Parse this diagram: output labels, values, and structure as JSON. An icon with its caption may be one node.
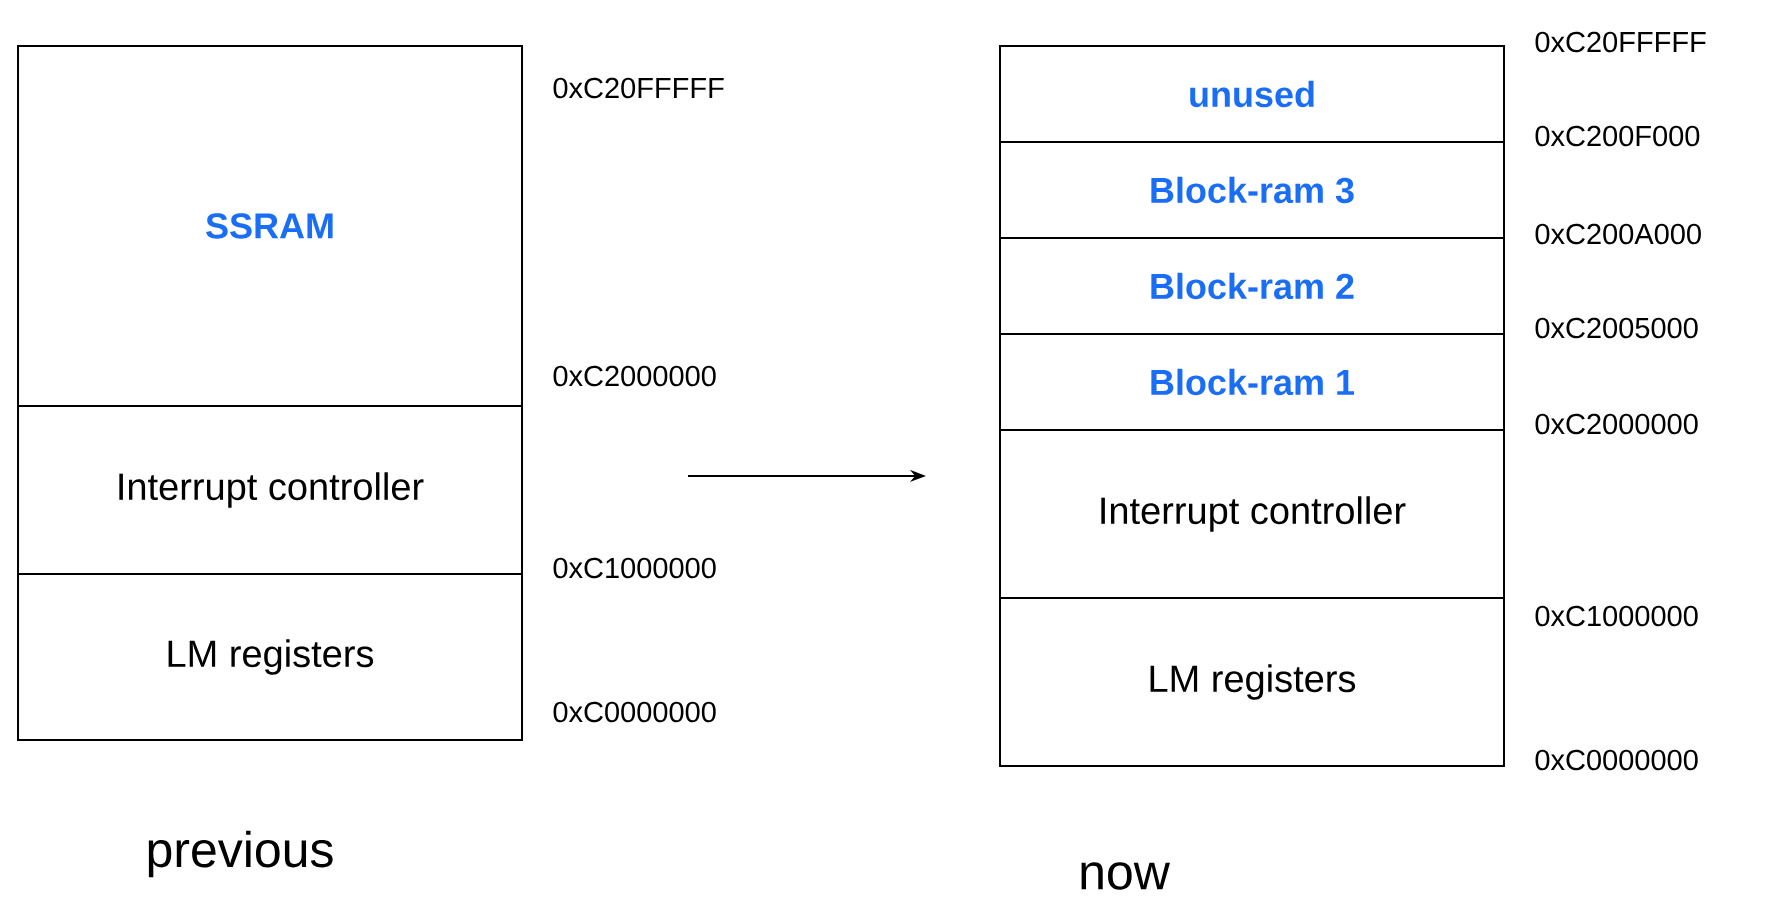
{
  "diagram": {
    "nodes": [
      {
        "text": [
          "SSRAM"
        ]
      },
      {
        "text": [
          "Interrupt controller"
        ]
      },
      {
        "text": [
          "LM registers"
        ]
      },
      {
        "text": [
          "unused"
        ]
      },
      {
        "text": [
          "Block-ram 3"
        ]
      },
      {
        "text": [
          "Block-ram 2"
        ]
      },
      {
        "text": [
          "Block-ram 1"
        ]
      },
      {
        "text": [
          "Interrupt controller"
        ]
      },
      {
        "text": [
          "LM registers"
        ]
      }
    ],
    "edges": [],
    "labels": [
      "0xC20FFFFF",
      "0xC2000000",
      "0xC1000000",
      "0xC0000000",
      "0xC20FFFFF",
      "0xC200F000",
      "0xC200A000",
      "0xC2005000",
      "0xC2000000",
      "0xC1000000",
      "0xC0000000",
      "previous",
      "now"
    ]
  }
}
